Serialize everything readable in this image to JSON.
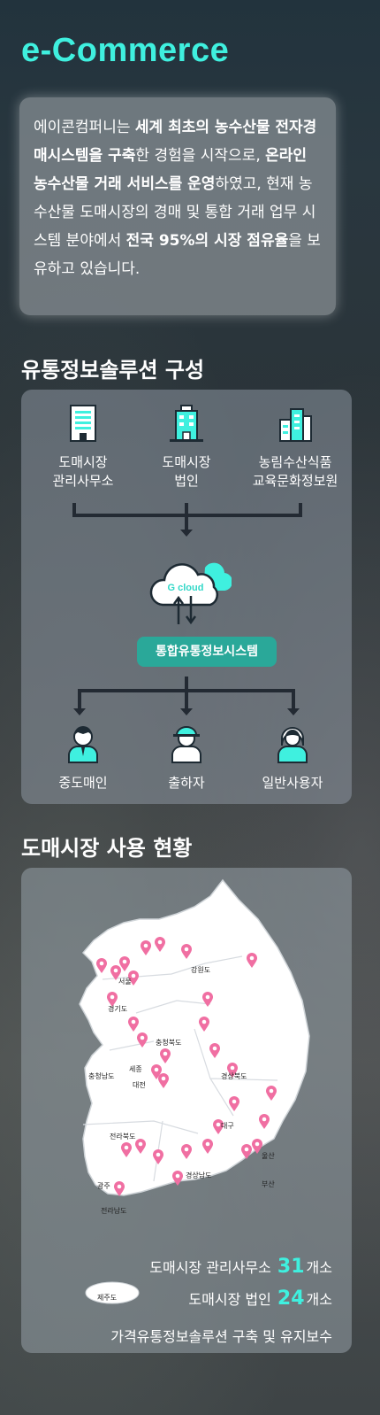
{
  "page_title": "e-Commerce",
  "intro": {
    "segments": [
      {
        "text": "에이콘컴퍼니는 ",
        "bold": false
      },
      {
        "text": "세계 최초의 농수산물 전자경매시스템을 구축",
        "bold": true
      },
      {
        "text": "한 경험을 시작으로, ",
        "bold": false
      },
      {
        "text": "온라인 농수산물 거래 서비스를 운영",
        "bold": true
      },
      {
        "text": "하였고, 현재 농수산물 도매시장의 경매 및 통합 거래 업무 시스템 분야에서 ",
        "bold": false
      },
      {
        "text": "전국 95%의 시장 점유율",
        "bold": true
      },
      {
        "text": "을 보유하고 있습니다.",
        "bold": false
      }
    ]
  },
  "distribution": {
    "title": "유통정보솔루션 구성",
    "sources": [
      {
        "label": "도매시장\n관리사무소",
        "icon": "office-building-icon"
      },
      {
        "label": "도매시장\n법인",
        "icon": "corporate-building-icon"
      },
      {
        "label": "농림수산식품\n교육문화정보원",
        "icon": "city-buildings-icon"
      }
    ],
    "cloud_label": "G cloud",
    "system_label": "통합유통정보시스템",
    "users": [
      {
        "label": "중도매인",
        "icon": "person-tie-icon"
      },
      {
        "label": "출하자",
        "icon": "person-hat-icon"
      },
      {
        "label": "일반사용자",
        "icon": "person-woman-icon"
      }
    ],
    "colors": {
      "accent": "#3ff0df",
      "badge": "#2aa899",
      "arrow": "#232a33"
    }
  },
  "market": {
    "title": "도매시장 사용 현황",
    "regions": [
      "강원도",
      "경기도",
      "서울",
      "충청북도",
      "충청남도",
      "세종",
      "대전",
      "경상북도",
      "대구",
      "전라북도",
      "경상남도",
      "울산",
      "광주",
      "부산",
      "전라남도",
      "제주도"
    ],
    "stats": [
      {
        "prefix": "도매시장 관리사무소",
        "value": "31",
        "suffix": "개소"
      },
      {
        "prefix": "도매시장 법인",
        "value": "24",
        "suffix": "개소"
      }
    ],
    "footer": "가격유통정보솔루션 구축 및 유지보수"
  }
}
